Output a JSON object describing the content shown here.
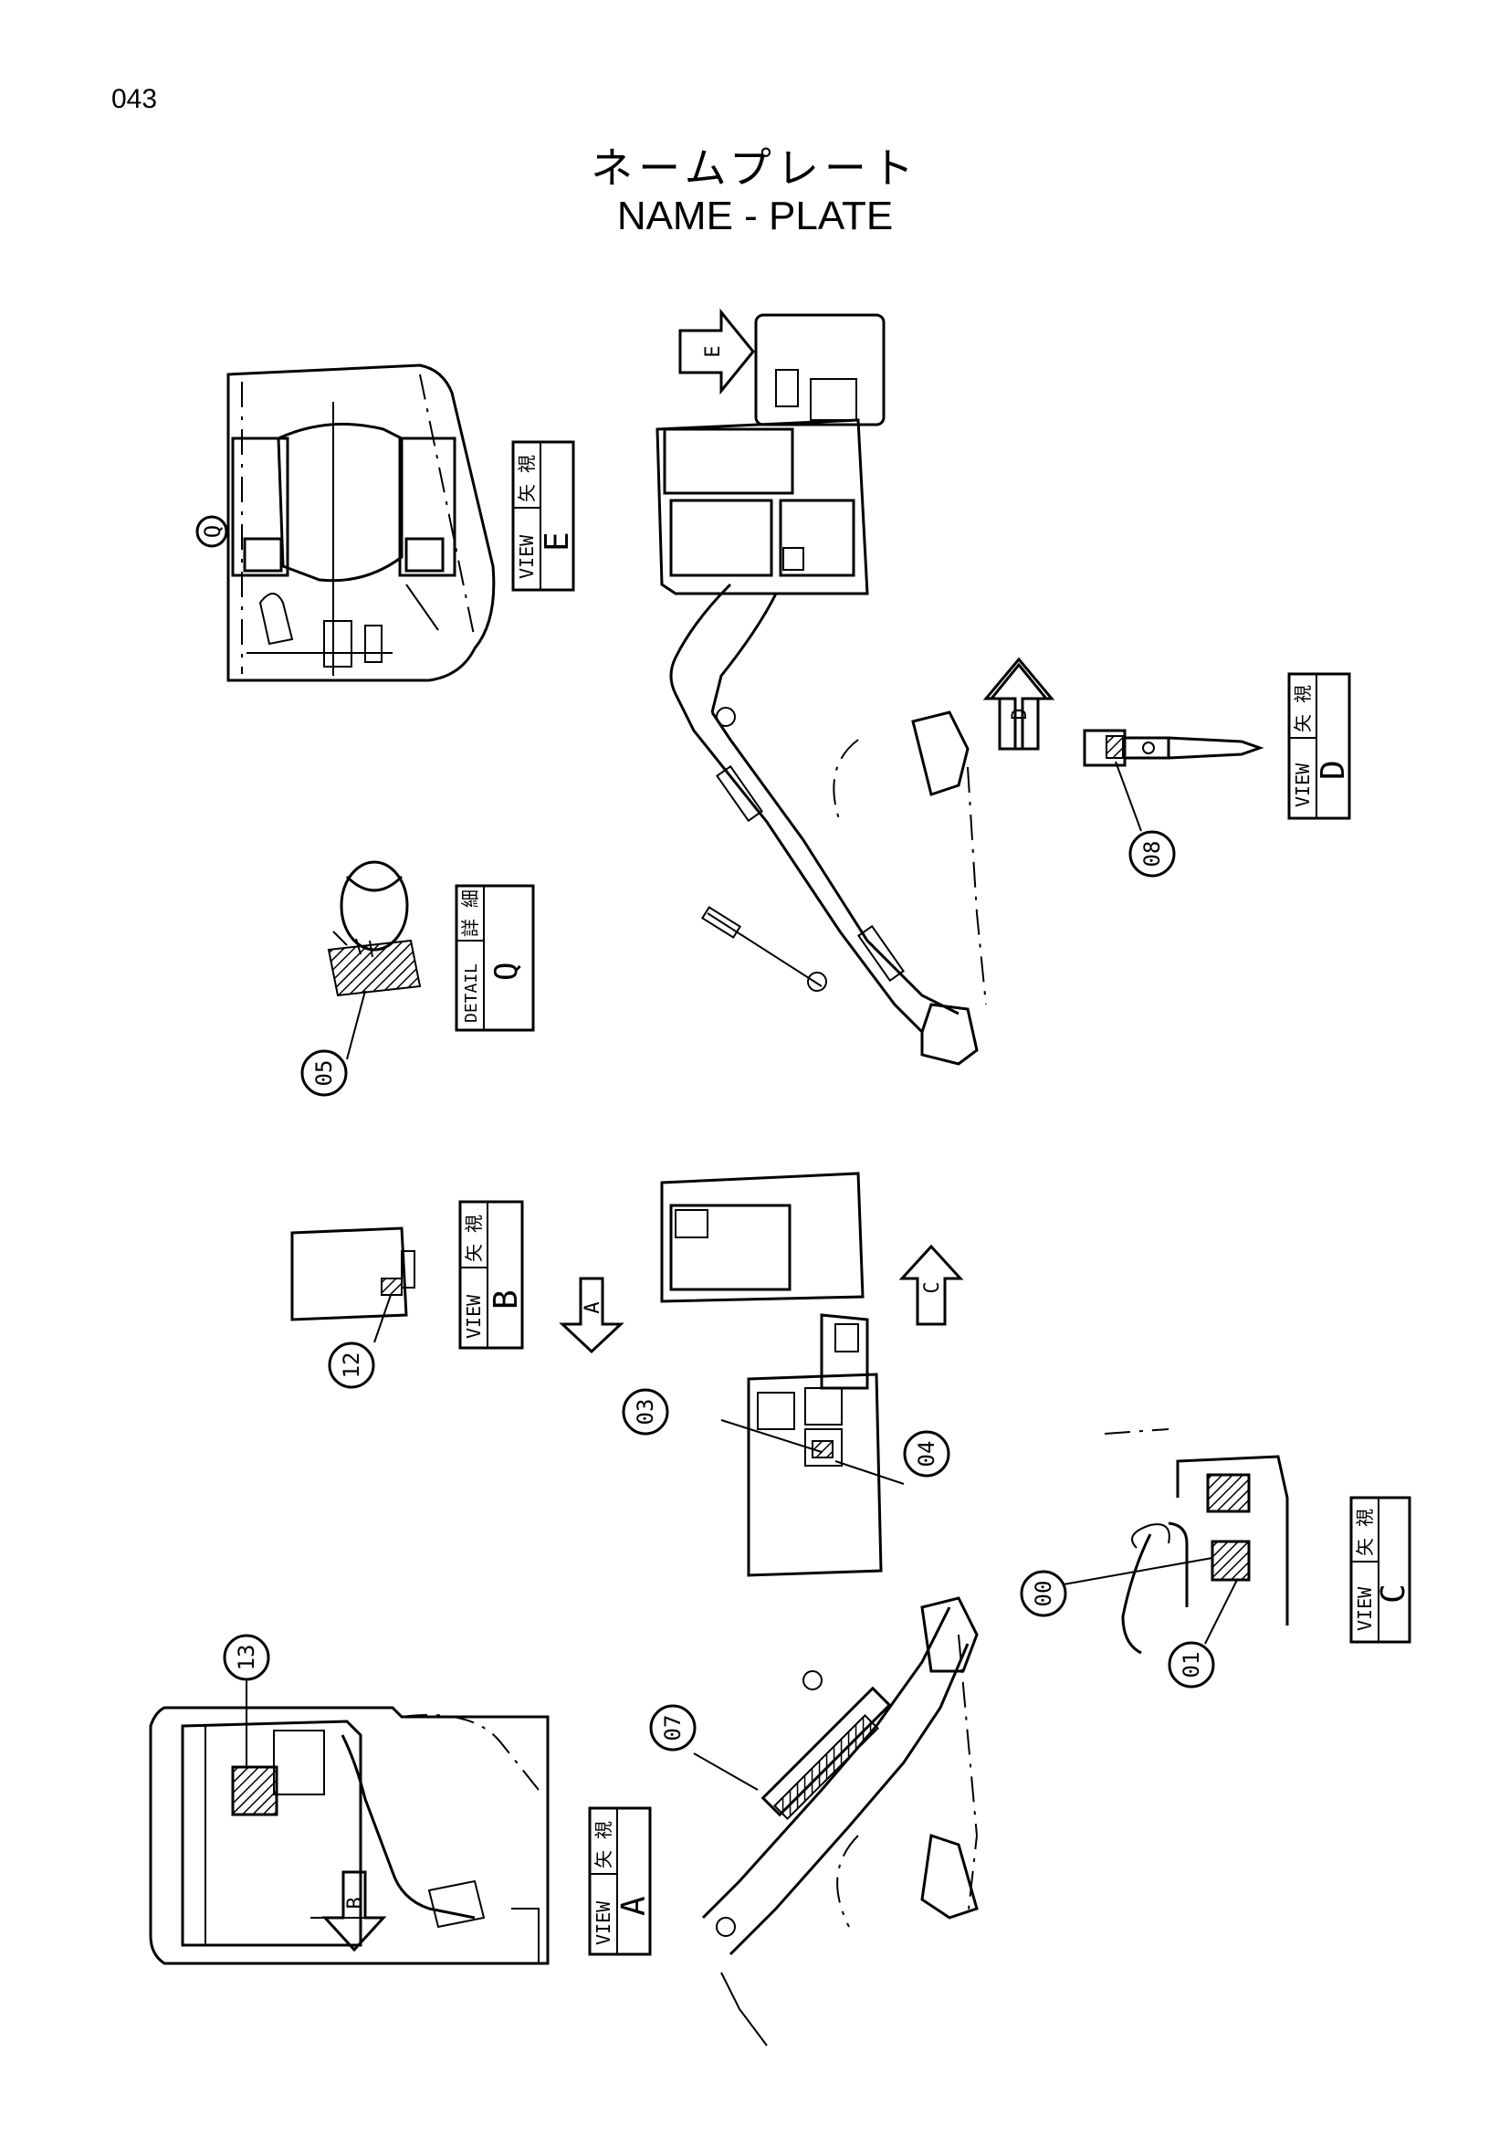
{
  "page_number": "043",
  "title": {
    "japanese": "ネームプレート",
    "english": "NAME - PLATE"
  },
  "view_labels": [
    {
      "id": "view-e",
      "jp": "矢 視",
      "en": "VIEW",
      "letter": "E"
    },
    {
      "id": "view-d",
      "jp": "矢 視",
      "en": "VIEW",
      "letter": "D"
    },
    {
      "id": "detail-q",
      "jp": "詳 細",
      "en": "DETAIL",
      "letter": "Q"
    },
    {
      "id": "view-b",
      "jp": "矢 視",
      "en": "VIEW",
      "letter": "B"
    },
    {
      "id": "view-c",
      "jp": "矢 視",
      "en": "VIEW",
      "letter": "C"
    },
    {
      "id": "view-a",
      "jp": "矢 視",
      "en": "VIEW",
      "letter": "A"
    }
  ],
  "arrows": {
    "e": "E",
    "d": "D",
    "a": "A",
    "c": "C",
    "b": "B"
  },
  "detail_marker": "Q",
  "callouts": {
    "c05": "05",
    "c08": "08",
    "c12": "12",
    "c03": "03",
    "c04": "04",
    "c00": "00",
    "c01": "01",
    "c07": "07",
    "c13": "13"
  }
}
